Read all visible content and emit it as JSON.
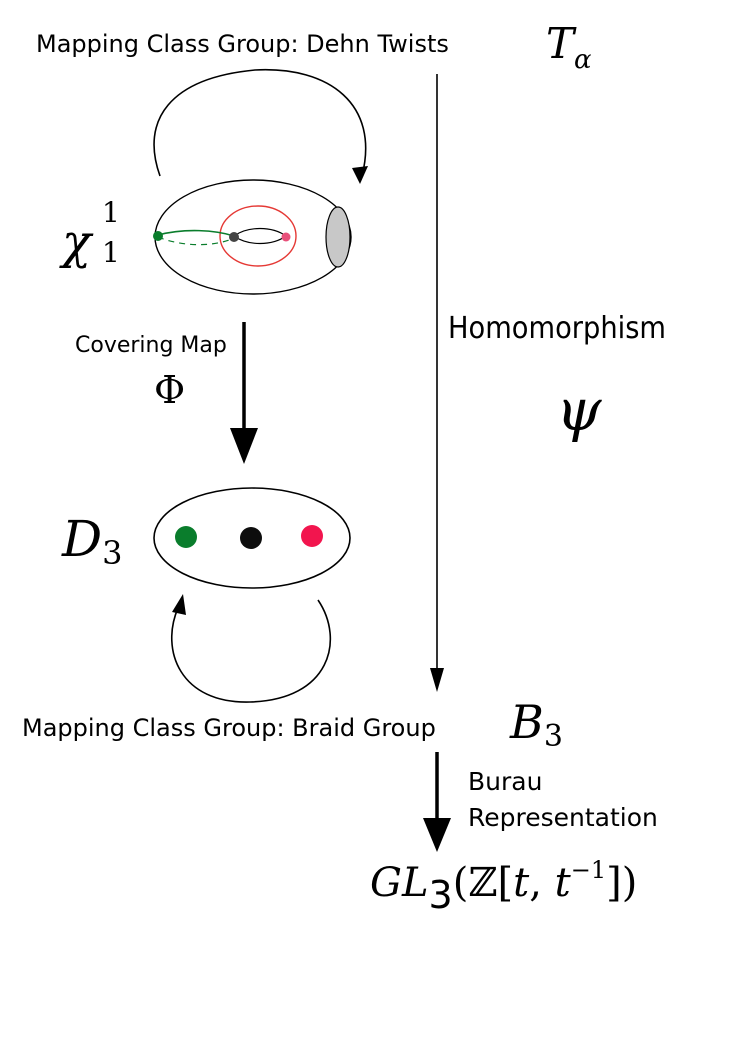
{
  "top": {
    "label": "Mapping Class Group: Dehn Twists",
    "symbol_main": "T",
    "symbol_sub": "α"
  },
  "surface": {
    "symbol_main": "χ",
    "symbol_sup": "1",
    "symbol_sub": "1"
  },
  "covering": {
    "label": "Covering Map",
    "symbol": "Φ"
  },
  "homomorphism": {
    "label": "Homomorphism",
    "symbol": "ψ"
  },
  "disk": {
    "symbol_main": "D",
    "symbol_sub": "3",
    "points": [
      {
        "color": "#0a7d2c"
      },
      {
        "color": "#0d0d0d"
      },
      {
        "color": "#f2154e"
      }
    ]
  },
  "braid": {
    "label": "Mapping Class Group: Braid Group",
    "symbol_main": "B",
    "symbol_sub": "3"
  },
  "burau": {
    "label_line1": "Burau",
    "label_line2": "Representation"
  },
  "target": {
    "gl": "GL",
    "sub": "3",
    "open": "(",
    "ring": "ℤ",
    "bracket_open": "[",
    "t": "t",
    "comma": ", ",
    "t2": "t",
    "exponent": "−1",
    "close": "])"
  },
  "colors": {
    "green": "#0a7d2c",
    "black": "#0d0d0d",
    "red": "#f2154e",
    "red_curve": "#e53935",
    "pink_point": "#e8507a",
    "boundary_gray": "#c8c8c8"
  }
}
